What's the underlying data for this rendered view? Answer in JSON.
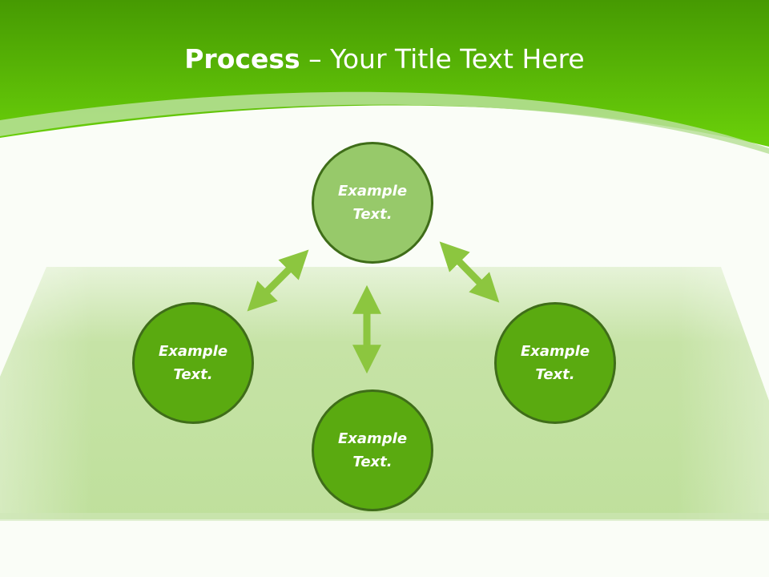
{
  "title": {
    "strong": "Process",
    "rest": " – Your Title Text Here"
  },
  "nodes": {
    "top": "Example\nText.",
    "left": "Example\nText.",
    "right": "Example\nText.",
    "bottom": "Example\nText."
  },
  "colors": {
    "header_green": "#55b800",
    "node_dark": "#5aaa10",
    "node_light": "#97c96a",
    "node_border": "#3f6d19",
    "arrow": "#8cc63f"
  }
}
